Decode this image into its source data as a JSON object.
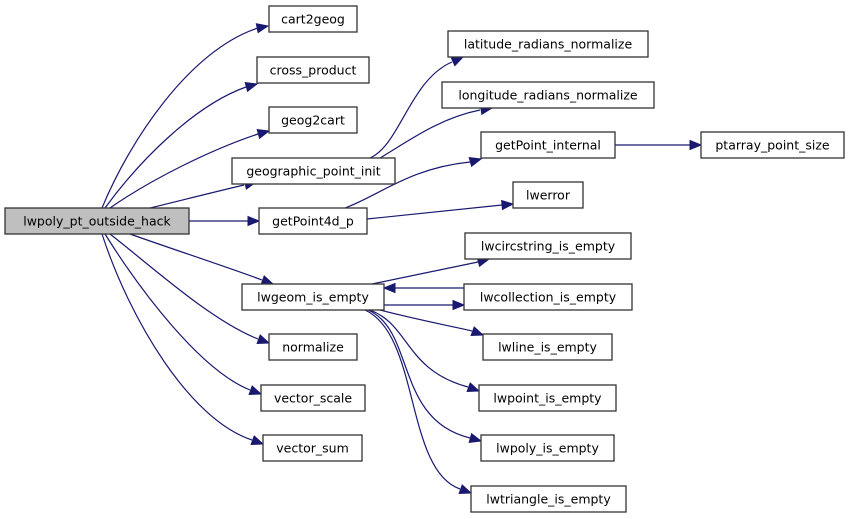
{
  "diagram": {
    "type": "call-graph",
    "colors": {
      "edge": "#191970",
      "root_fill": "#bfbfbf",
      "node_fill": "#ffffff",
      "node_border": "#333333"
    },
    "nodes": [
      {
        "id": "lwpoly_pt_outside_hack",
        "label": "lwpoly_pt_outside_hack",
        "root": true
      },
      {
        "id": "cart2geog",
        "label": "cart2geog"
      },
      {
        "id": "cross_product",
        "label": "cross_product"
      },
      {
        "id": "geog2cart",
        "label": "geog2cart"
      },
      {
        "id": "geographic_point_init",
        "label": "geographic_point_init"
      },
      {
        "id": "getPoint4d_p",
        "label": "getPoint4d_p"
      },
      {
        "id": "lwgeom_is_empty",
        "label": "lwgeom_is_empty"
      },
      {
        "id": "normalize",
        "label": "normalize"
      },
      {
        "id": "vector_scale",
        "label": "vector_scale"
      },
      {
        "id": "vector_sum",
        "label": "vector_sum"
      },
      {
        "id": "latitude_radians_normalize",
        "label": "latitude_radians_normalize"
      },
      {
        "id": "longitude_radians_normalize",
        "label": "longitude_radians_normalize"
      },
      {
        "id": "getPoint_internal",
        "label": "getPoint_internal"
      },
      {
        "id": "lwerror",
        "label": "lwerror"
      },
      {
        "id": "ptarray_point_size",
        "label": "ptarray_point_size"
      },
      {
        "id": "lwcircstring_is_empty",
        "label": "lwcircstring_is_empty"
      },
      {
        "id": "lwcollection_is_empty",
        "label": "lwcollection_is_empty"
      },
      {
        "id": "lwline_is_empty",
        "label": "lwline_is_empty"
      },
      {
        "id": "lwpoint_is_empty",
        "label": "lwpoint_is_empty"
      },
      {
        "id": "lwpoly_is_empty",
        "label": "lwpoly_is_empty"
      },
      {
        "id": "lwtriangle_is_empty",
        "label": "lwtriangle_is_empty"
      }
    ],
    "edges": [
      {
        "from": "lwpoly_pt_outside_hack",
        "to": "cart2geog"
      },
      {
        "from": "lwpoly_pt_outside_hack",
        "to": "cross_product"
      },
      {
        "from": "lwpoly_pt_outside_hack",
        "to": "geog2cart"
      },
      {
        "from": "lwpoly_pt_outside_hack",
        "to": "geographic_point_init"
      },
      {
        "from": "lwpoly_pt_outside_hack",
        "to": "getPoint4d_p"
      },
      {
        "from": "lwpoly_pt_outside_hack",
        "to": "lwgeom_is_empty"
      },
      {
        "from": "lwpoly_pt_outside_hack",
        "to": "normalize"
      },
      {
        "from": "lwpoly_pt_outside_hack",
        "to": "vector_scale"
      },
      {
        "from": "lwpoly_pt_outside_hack",
        "to": "vector_sum"
      },
      {
        "from": "geographic_point_init",
        "to": "latitude_radians_normalize"
      },
      {
        "from": "geographic_point_init",
        "to": "longitude_radians_normalize"
      },
      {
        "from": "getPoint4d_p",
        "to": "getPoint_internal"
      },
      {
        "from": "getPoint4d_p",
        "to": "lwerror"
      },
      {
        "from": "getPoint_internal",
        "to": "ptarray_point_size"
      },
      {
        "from": "lwgeom_is_empty",
        "to": "lwcircstring_is_empty"
      },
      {
        "from": "lwgeom_is_empty",
        "to": "lwcollection_is_empty"
      },
      {
        "from": "lwcollection_is_empty",
        "to": "lwgeom_is_empty"
      },
      {
        "from": "lwgeom_is_empty",
        "to": "lwline_is_empty"
      },
      {
        "from": "lwgeom_is_empty",
        "to": "lwpoint_is_empty"
      },
      {
        "from": "lwgeom_is_empty",
        "to": "lwpoly_is_empty"
      },
      {
        "from": "lwgeom_is_empty",
        "to": "lwtriangle_is_empty"
      }
    ]
  }
}
